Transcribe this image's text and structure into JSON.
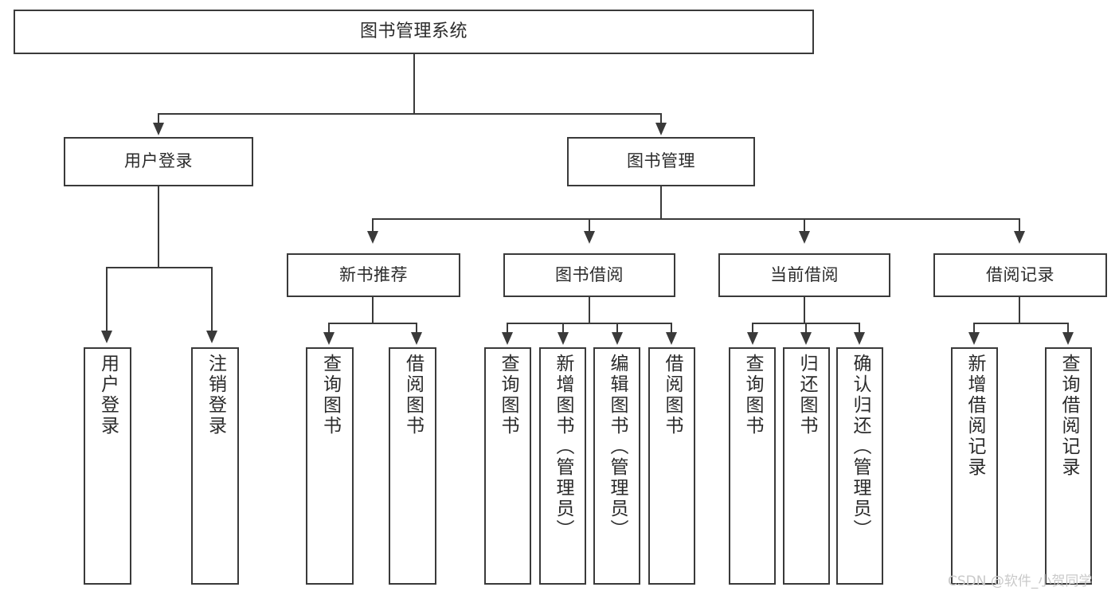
{
  "diagram": {
    "title": "图书管理系统",
    "type": "tree",
    "root": {
      "label": "图书管理系统"
    },
    "level2": [
      {
        "label": "用户登录"
      },
      {
        "label": "图书管理"
      }
    ],
    "level3": [
      {
        "label": "新书推荐"
      },
      {
        "label": "图书借阅"
      },
      {
        "label": "当前借阅"
      },
      {
        "label": "借阅记录"
      }
    ],
    "leaves": {
      "user_login": [
        {
          "label": "用户登录"
        },
        {
          "label": "注销登录"
        }
      ],
      "new_book_recommend": [
        {
          "label": "查询图书"
        },
        {
          "label": "借阅图书"
        }
      ],
      "book_borrow": [
        {
          "label": "查询图书"
        },
        {
          "label": "新增图书（管理员）"
        },
        {
          "label": "编辑图书（管理员）"
        },
        {
          "label": "借阅图书"
        }
      ],
      "current_borrow": [
        {
          "label": "查询图书"
        },
        {
          "label": "归还图书"
        },
        {
          "label": "确认归还（管理员）"
        }
      ],
      "borrow_record": [
        {
          "label": "新增借阅记录"
        },
        {
          "label": "查询借阅记录"
        }
      ]
    }
  },
  "watermark": {
    "text": "CSDN @软件_小贺同学"
  },
  "colors": {
    "stroke": "#3a3a3a",
    "text": "#2b2b2b",
    "background": "#ffffff",
    "watermark": "#c9c9c9"
  }
}
